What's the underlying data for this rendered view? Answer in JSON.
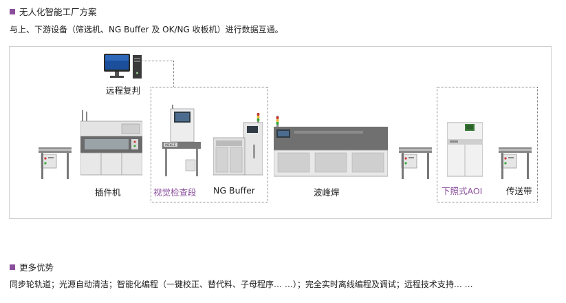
{
  "colors": {
    "accent": "#8a4e9c",
    "label": "#222222",
    "highlight_label": "#8a4e9c"
  },
  "section1": {
    "title": "无人化智能工厂方案",
    "description": "与上、下游设备（筛选机、NG Buffer 及 OK/NG 收板机）进行数据互通。"
  },
  "diagram": {
    "remote_label": "远程复判",
    "machines": {
      "plugin": "插件机",
      "visual": "视觉检查段",
      "ngbuffer": "NG Buffer",
      "wave": "波峰焊",
      "aoi": "下照式AOI",
      "conveyor": "传送带"
    },
    "logo_text": "MEKCE"
  },
  "section2": {
    "title": "更多优势",
    "description": "同步轮轨道；光源自动清洁；智能化编程（一键校正、替代料、子母程序… …）；完全实时离线编程及调试；远程技术支持… …"
  }
}
